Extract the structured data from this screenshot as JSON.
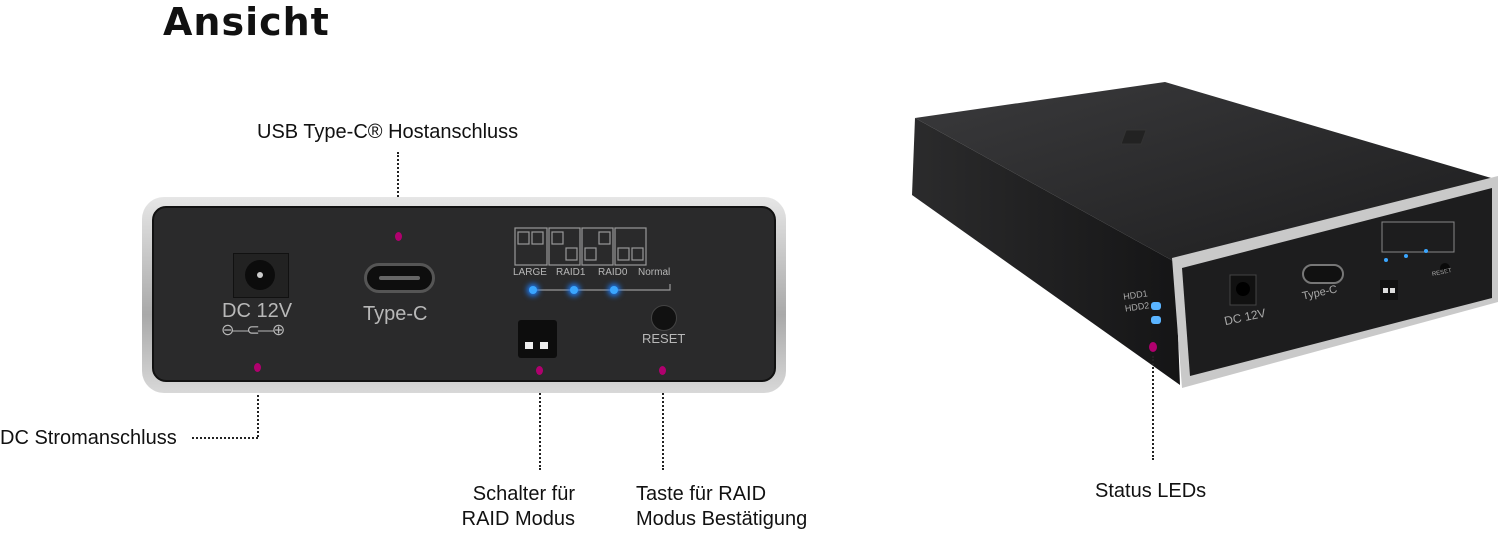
{
  "title": "Ansicht",
  "callouts": {
    "usb_host": "USB Type-C® Hostanschluss",
    "dc_power": "DC Stromanschluss",
    "raid_switch_line1": "Schalter für",
    "raid_switch_line2": "RAID Modus",
    "raid_button_line1": "Taste für RAID",
    "raid_button_line2": "Modus Bestätigung",
    "status_leds": "Status LEDs"
  },
  "panel": {
    "dc_label": "DC 12V",
    "dc_polarity": "⊖—⊂—⊕",
    "port_label": "Type-C",
    "modes": [
      "LARGE",
      "RAID1",
      "RAID0",
      "Normal"
    ],
    "reset_label": "RESET"
  },
  "device_3d": {
    "hdd_labels": [
      "HDD1",
      "HDD2"
    ],
    "dc_label": "DC 12V",
    "port_label": "Type-C",
    "reset_label": "RESET"
  },
  "colors": {
    "marker": "#b0006e",
    "led": "#3aa6ff"
  }
}
